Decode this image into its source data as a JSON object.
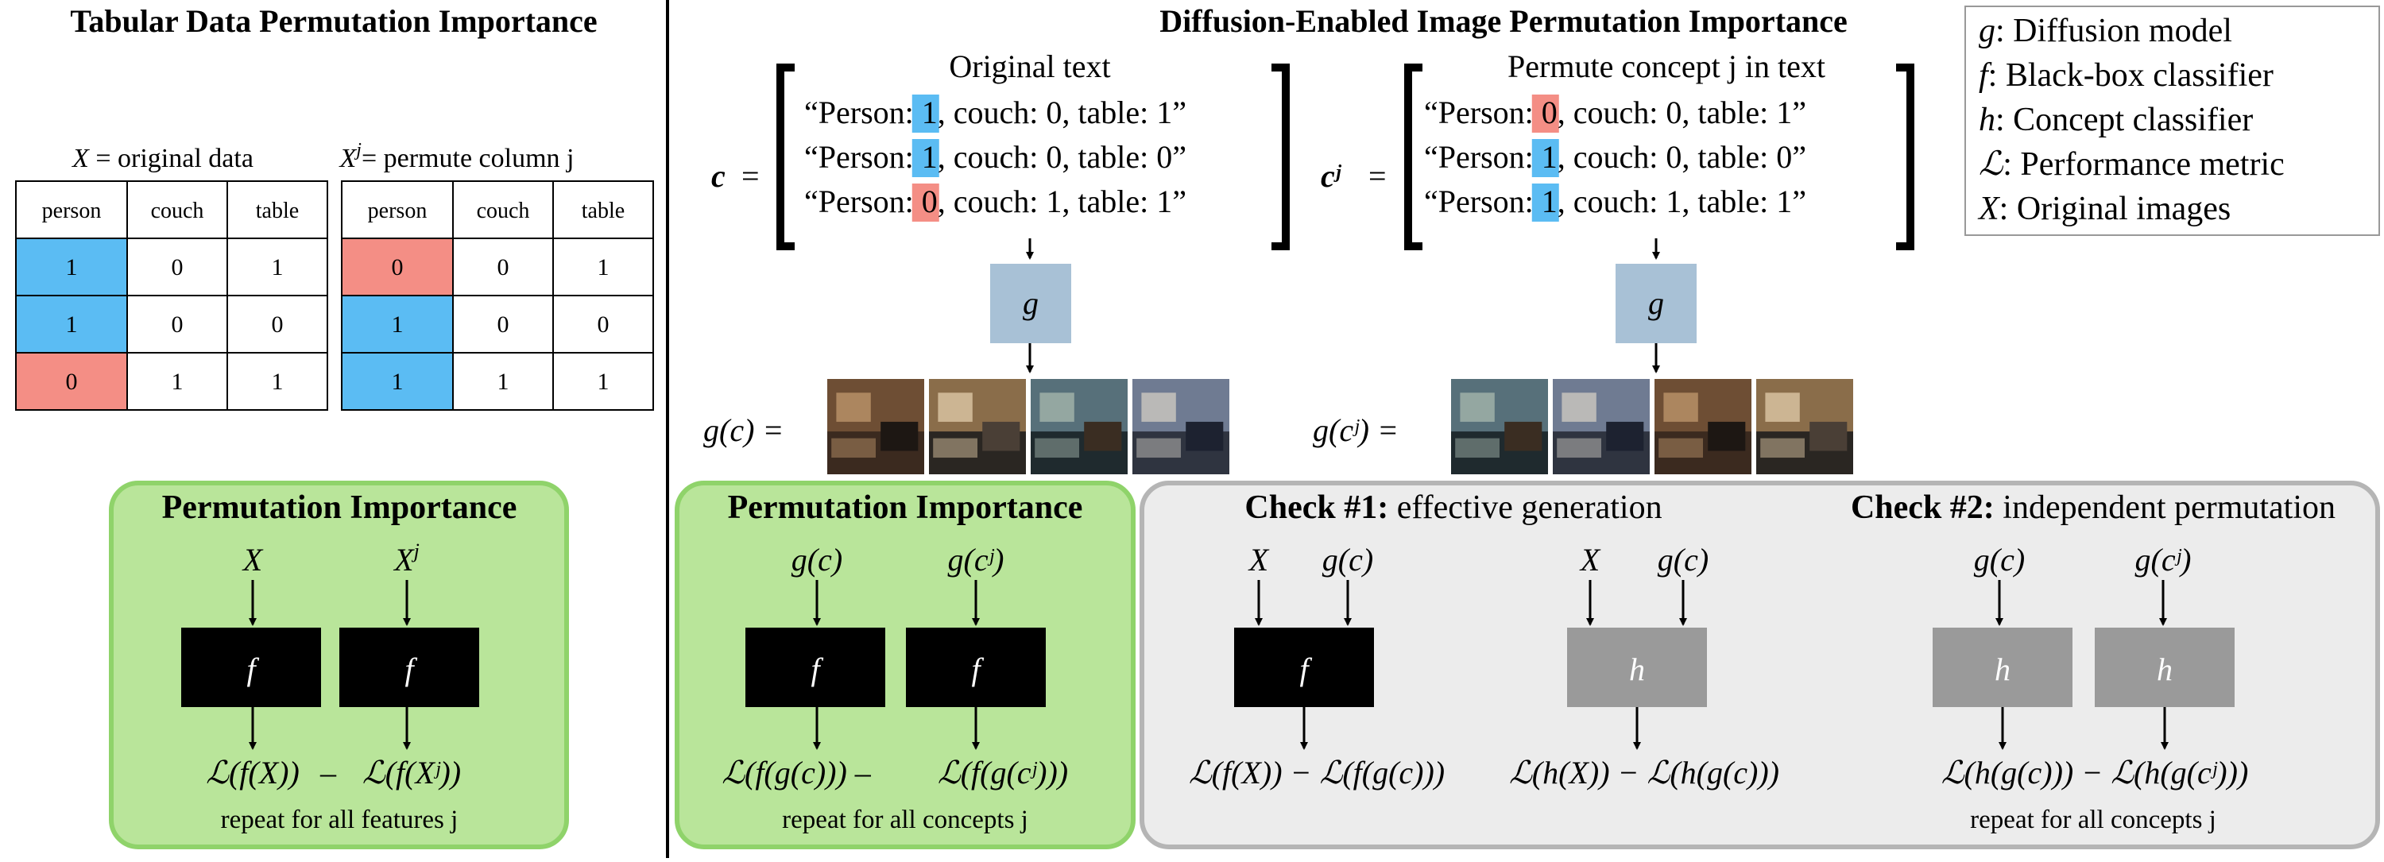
{
  "left_panel": {
    "title": "Tabular Data Permutation Importance",
    "original_table": {
      "label_var": "X",
      "label_text": " = original data",
      "headers": [
        "person",
        "couch",
        "table"
      ],
      "rows": [
        [
          "1",
          "0",
          "1"
        ],
        [
          "1",
          "0",
          "0"
        ],
        [
          "0",
          "1",
          "1"
        ]
      ]
    },
    "permuted_table": {
      "label_var": "X",
      "label_sup": "j",
      "label_text": "= permute column j",
      "headers": [
        "person",
        "couch",
        "table"
      ],
      "rows": [
        [
          "0",
          "0",
          "1"
        ],
        [
          "1",
          "0",
          "0"
        ],
        [
          "1",
          "1",
          "1"
        ]
      ]
    },
    "pi_box": {
      "title": "Permutation Importance",
      "input_left": "X",
      "input_right": "X",
      "input_right_sup": "j",
      "model_label": "f",
      "loss_left": "ℒ(f(X))",
      "minus": "–",
      "loss_right": "ℒ(f(Xʲ))",
      "footer": "repeat for all features j"
    }
  },
  "right_panel": {
    "title": "Diffusion-Enabled Image Permutation Importance",
    "original_text": {
      "heading": "Original text",
      "lhs": "c",
      "lines": [
        {
          "pre": "“Person: ",
          "val": "1",
          "post": ", couch: 0, table: 1”",
          "hl": "blue"
        },
        {
          "pre": "“Person: ",
          "val": "1",
          "post": ", couch: 0, table: 0”",
          "hl": "blue"
        },
        {
          "pre": "“Person: ",
          "val": "0",
          "post": ", couch: 1, table: 1”",
          "hl": "red"
        }
      ],
      "gen_label": "g",
      "images_label": "g(c) ="
    },
    "permuted_text": {
      "heading": "Permute concept j in text",
      "lhs": "cʲ",
      "lines": [
        {
          "pre": "“Person: ",
          "val": "0",
          "post": ", couch: 0, table: 1”",
          "hl": "red"
        },
        {
          "pre": "“Person: ",
          "val": "1",
          "post": ", couch: 0, table: 0”",
          "hl": "blue"
        },
        {
          "pre": "“Person: ",
          "val": "1",
          "post": ", couch: 1, table: 1”",
          "hl": "blue"
        }
      ],
      "gen_label": "g",
      "images_label": "g(cʲ) ="
    },
    "pi_box": {
      "title": "Permutation Importance",
      "input_left": "g(c)",
      "input_right": "g(cʲ)",
      "model_label": "f",
      "loss_left": "ℒ(f(g(c))) –",
      "loss_right": "ℒ(f(g(cʲ)))",
      "footer": "repeat for all concepts j"
    },
    "checks_box": {
      "check1_title": "Check #1:",
      "check1_text": " effective generation",
      "check2_title": "Check #2:",
      "check2_text": " independent permutation",
      "c1a_in_left": "X",
      "c1a_in_right": "g(c)",
      "c1a_model": "f",
      "c1a_loss": "ℒ(f(X)) − ℒ(f(g(c)))",
      "c1b_in_left": "X",
      "c1b_in_right": "g(c)",
      "c1b_model": "h",
      "c1b_loss": "ℒ(h(X)) − ℒ(h(g(c)))",
      "c2_in_left": "g(c)",
      "c2_in_right": "g(cʲ)",
      "c2_model": "h",
      "c2_loss": "ℒ(h(g(c))) − ℒ(h(g(cʲ)))",
      "footer": "repeat for all concepts j"
    }
  },
  "legend": [
    {
      "sym": "g",
      "text": ": Diffusion model"
    },
    {
      "sym": "f",
      "text": ": Black-box classifier"
    },
    {
      "sym": "h",
      "text": ": Concept classifier"
    },
    {
      "sym": "ℒ",
      "text": ": Performance metric"
    },
    {
      "sym": "X",
      "text": ": Original images"
    }
  ],
  "colors": {
    "blue": "#5bbcf3",
    "red": "#f48e85",
    "green_fill": "#b9e59a",
    "green_stroke": "#8fd36a",
    "gray_fill": "#ececec",
    "gray_stroke": "#b5b5b5",
    "gen_box": "#a8c1d6",
    "concept_box": "#9a9a9a"
  }
}
